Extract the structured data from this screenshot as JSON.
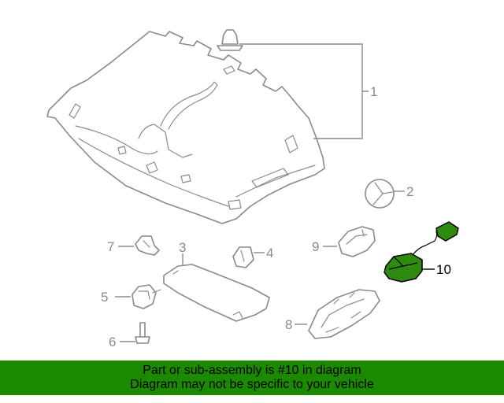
{
  "diagram": {
    "callouts": [
      {
        "number": "1"
      },
      {
        "number": "2"
      },
      {
        "number": "3"
      },
      {
        "number": "4"
      },
      {
        "number": "5"
      },
      {
        "number": "6"
      },
      {
        "number": "7"
      },
      {
        "number": "8"
      },
      {
        "number": "9"
      },
      {
        "number": "10"
      }
    ],
    "highlighted_part": "10",
    "colors": {
      "line": "#8a8a8a",
      "highlight_fill": "#2f8a10",
      "banner_bg": "#1b8a00",
      "banner_text": "#000000"
    }
  },
  "banner": {
    "line1": "Part or sub-assembly is #10 in diagram",
    "line2": "Diagram may not be specific to your vehicle"
  }
}
